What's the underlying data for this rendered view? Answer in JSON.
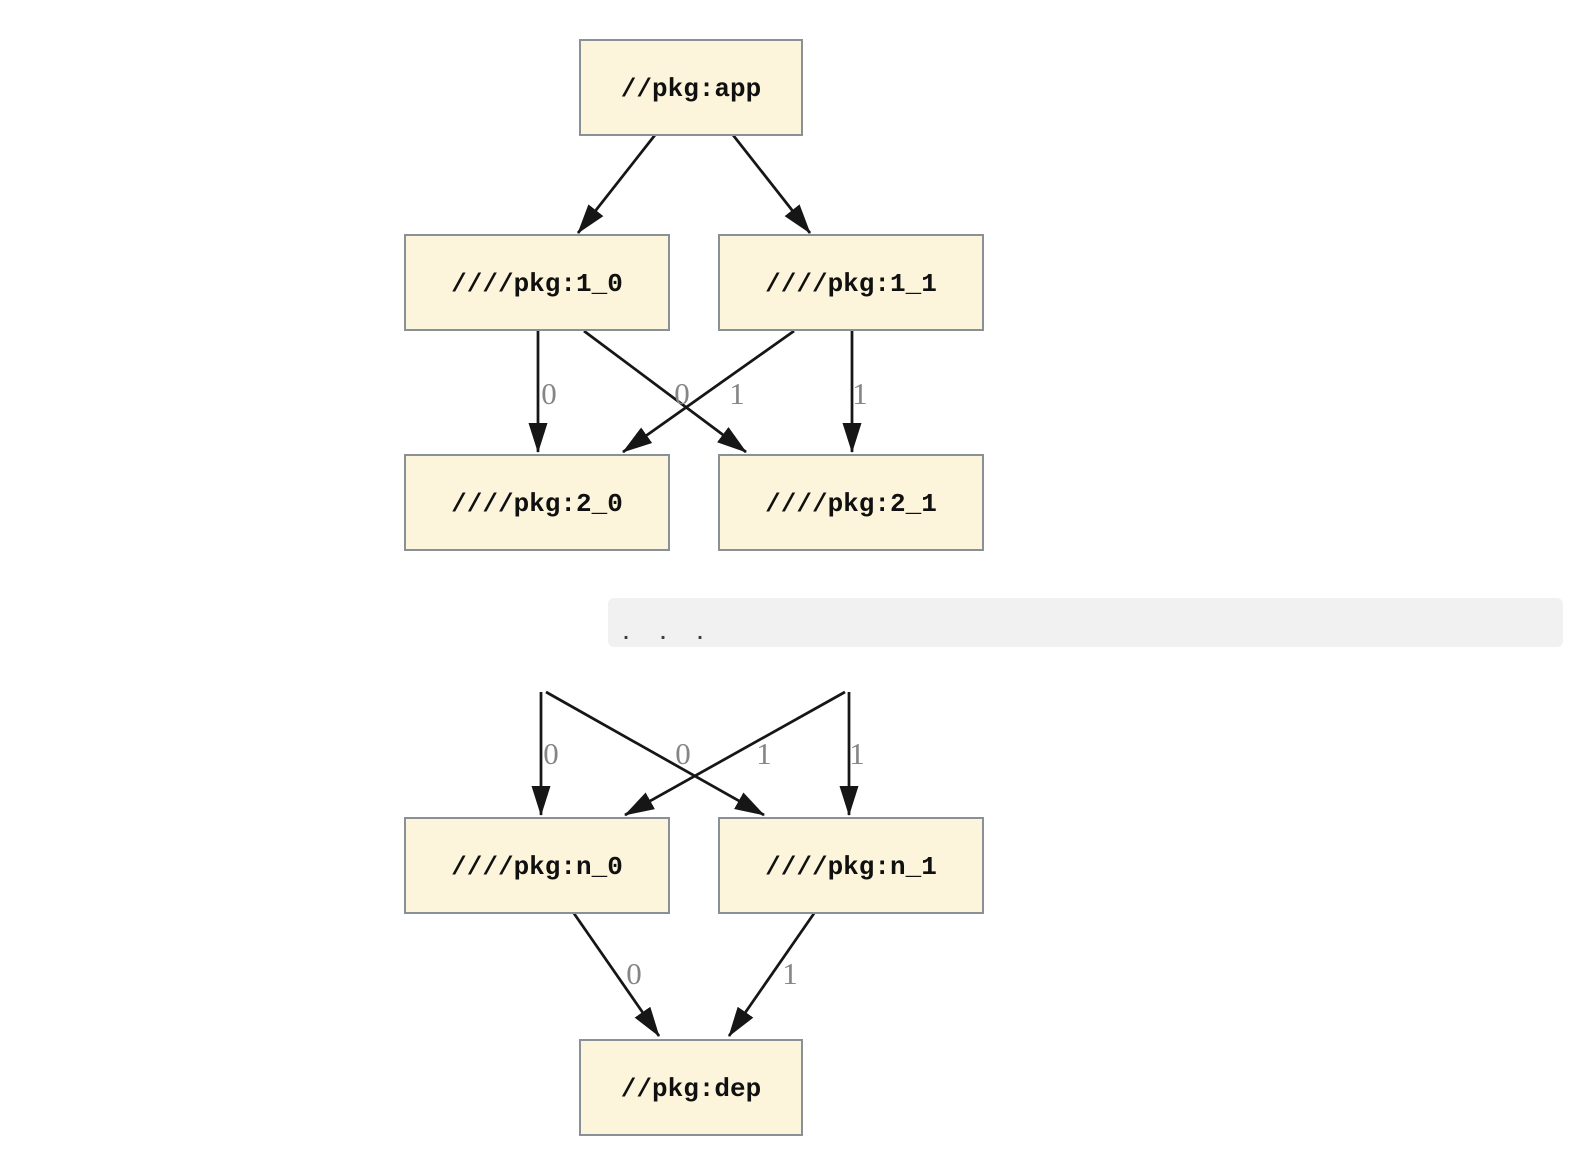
{
  "colors": {
    "background": "#ffffff",
    "node_fill": "#fcf5dc",
    "node_border": "#8a9196",
    "edge": "#161616",
    "edge_label": "#858585",
    "ellipsis_background": "#f1f1f2",
    "ellipsis_text": "#3d3d3d"
  },
  "nodes": {
    "app": {
      "label": "//pkg:app"
    },
    "v1_0": {
      "label": "////pkg:1_0"
    },
    "v1_1": {
      "label": "////pkg:1_1"
    },
    "v2_0": {
      "label": "////pkg:2_0"
    },
    "v2_1": {
      "label": "////pkg:2_1"
    },
    "vn_0": {
      "label": "////pkg:n_0"
    },
    "vn_1": {
      "label": "////pkg:n_1"
    },
    "dep": {
      "label": "//pkg:dep"
    }
  },
  "ellipsis": {
    "label": ". . ."
  },
  "edge_labels": {
    "v1_0_to_v2_0": "0",
    "v1_1_to_v2_0": "0",
    "v1_0_to_v2_1": "1",
    "v1_1_to_v2_1": "1",
    "prev_to_vn_0_straight": "0",
    "prev_to_vn_0_cross": "0",
    "prev_to_vn_1_cross": "1",
    "prev_to_vn_1_straight": "1",
    "vn_0_to_dep": "0",
    "vn_1_to_dep": "1"
  }
}
